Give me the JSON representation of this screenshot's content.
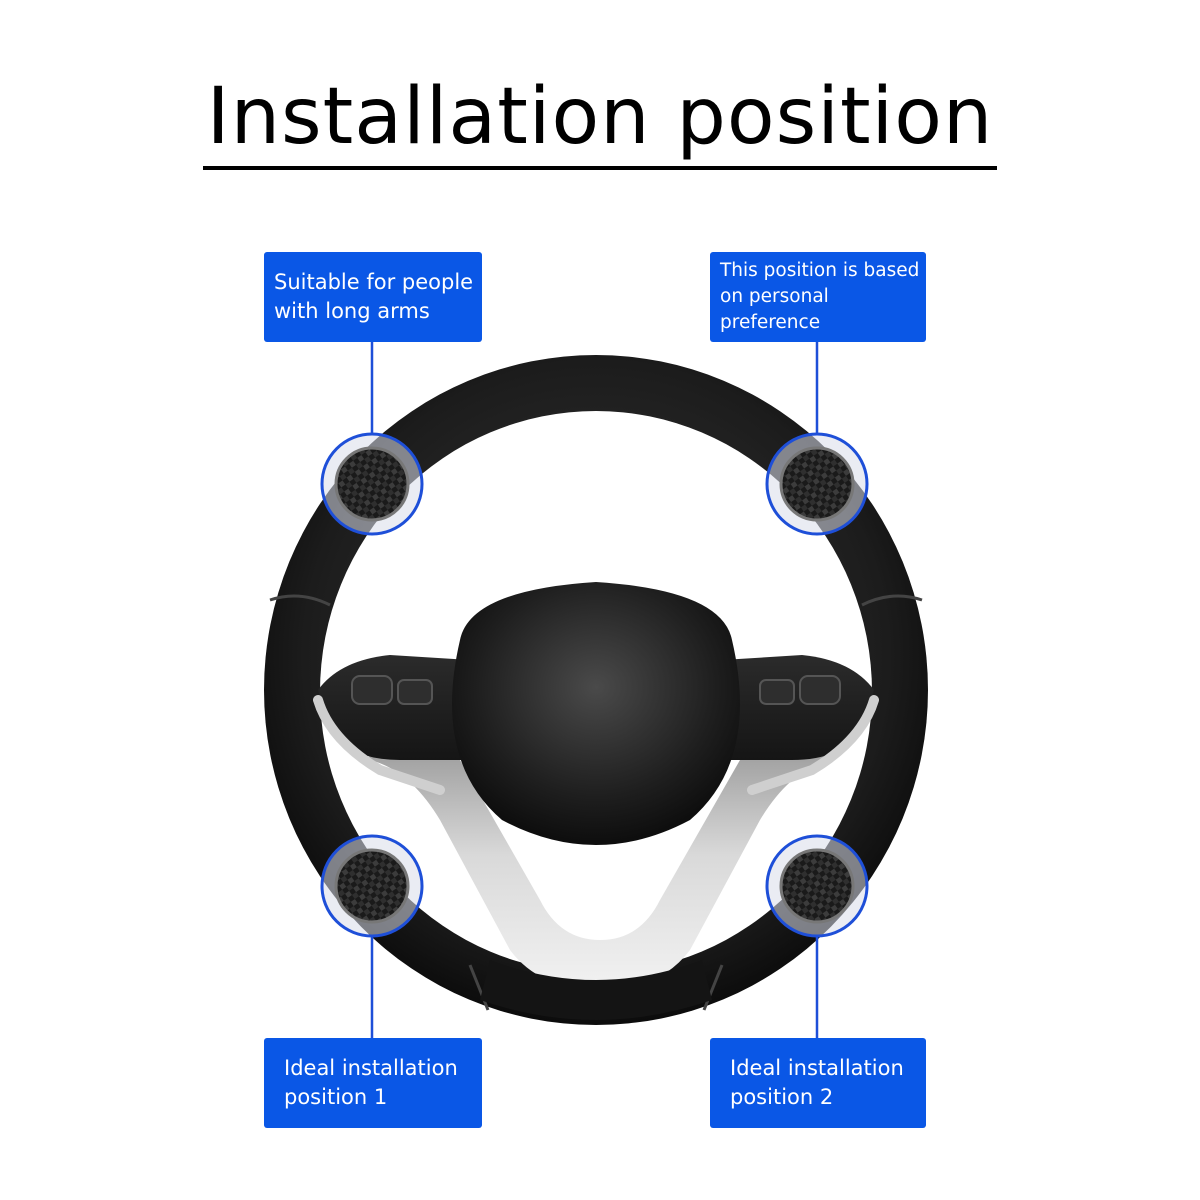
{
  "title": "Installation position",
  "callouts": {
    "top_left": "Suitable for people\nwith long arms",
    "top_right": "This position is based\non personal preference",
    "bottom_left": "Ideal installation\nposition 1",
    "bottom_right": "Ideal installation\nposition 2"
  },
  "colors": {
    "callout_bg": "#0a57e6",
    "ring_blue": "#1e4fd8",
    "wheel_black": "#1b1b1b"
  },
  "icons": [
    "steering-wheel-icon",
    "carbon-fiber-button-icon"
  ]
}
